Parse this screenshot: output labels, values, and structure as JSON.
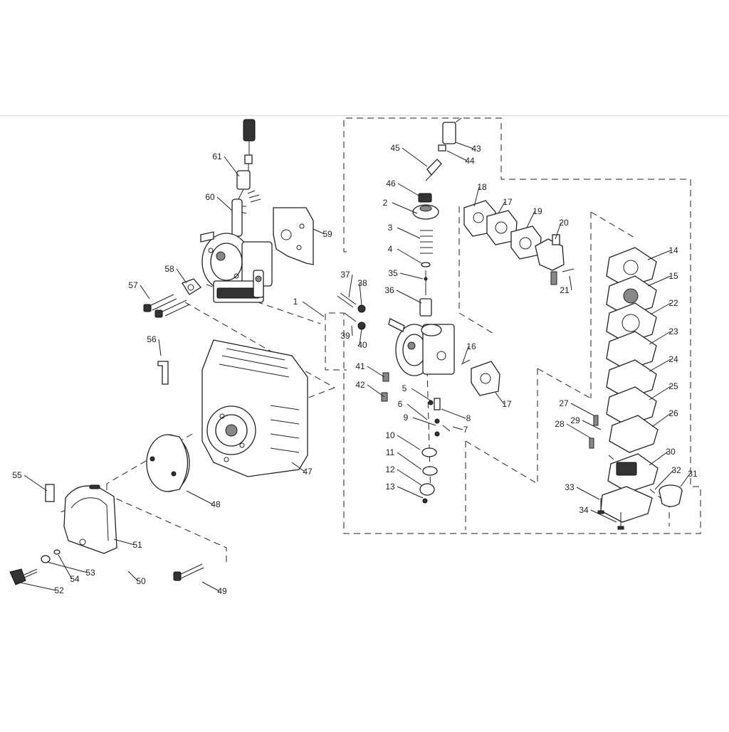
{
  "diagram": {
    "type": "exploded-parts-diagram",
    "callouts": [
      "1",
      "2",
      "3",
      "4",
      "5",
      "6",
      "7",
      "8",
      "9",
      "10",
      "11",
      "12",
      "13",
      "14",
      "15",
      "16",
      "17",
      "17",
      "18",
      "19",
      "20",
      "21",
      "22",
      "23",
      "24",
      "25",
      "26",
      "27",
      "28",
      "29",
      "30",
      "31",
      "32",
      "33",
      "34",
      "35",
      "36",
      "37",
      "38",
      "39",
      "40",
      "41",
      "42",
      "43",
      "44",
      "45",
      "46",
      "47",
      "48",
      "49",
      "50",
      "51",
      "52",
      "53",
      "54",
      "55",
      "56",
      "57",
      "58",
      "59",
      "60",
      "61"
    ]
  }
}
